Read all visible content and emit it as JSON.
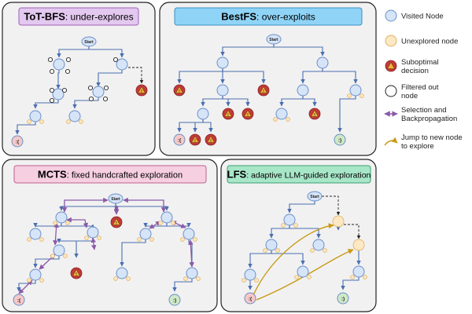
{
  "panels": [
    {
      "id": "tot",
      "title_bold": "ToT-BFS",
      "title_rest": ": under-explores",
      "title_color": "#e3c8ef",
      "title_border": "#a060b8"
    },
    {
      "id": "bestfs",
      "title_bold": "BestFS",
      "title_rest": ": over-exploits",
      "title_color": "#8fd4f7",
      "title_border": "#3a90c0"
    },
    {
      "id": "mcts",
      "title_bold": "MCTS",
      "title_rest": ": fixed handcrafted exploration",
      "title_color": "#f6cfe0",
      "title_border": "#c06090"
    },
    {
      "id": "lfs",
      "title_bold": "LFS",
      "title_rest": ": adaptive LLM-guided exploration",
      "title_color": "#a8e6c8",
      "title_border": "#3aa070"
    }
  ],
  "node_labels": {
    "start": "Start",
    "sad": ":(",
    "happy": ":)"
  },
  "legend": [
    {
      "kind": "visited",
      "label": "Visited Node"
    },
    {
      "kind": "unexplored",
      "label": "Unexplored node"
    },
    {
      "kind": "suboptimal",
      "label": "Suboptimal decision"
    },
    {
      "kind": "filtered",
      "label": "Filtered out node"
    },
    {
      "kind": "selection",
      "label": "Selection and Backpropagation"
    },
    {
      "kind": "jump",
      "label": "Jump to new node to explore"
    }
  ],
  "colors": {
    "visited_fill": "#d6e4f8",
    "visited_stroke": "#6a8fc8",
    "unexplored_fill": "#fde8c4",
    "unexplored_stroke": "#e0b060",
    "suboptimal_fill": "#c23a3a",
    "warning": "#f2b33a",
    "fail_fill": "#f6c8c8",
    "success_fill": "#cfe9c6",
    "edge": "#4a6fb0",
    "selection": "#8a5aa8",
    "jump": "#c99a14",
    "panel_bg": "#f1f1f1"
  }
}
